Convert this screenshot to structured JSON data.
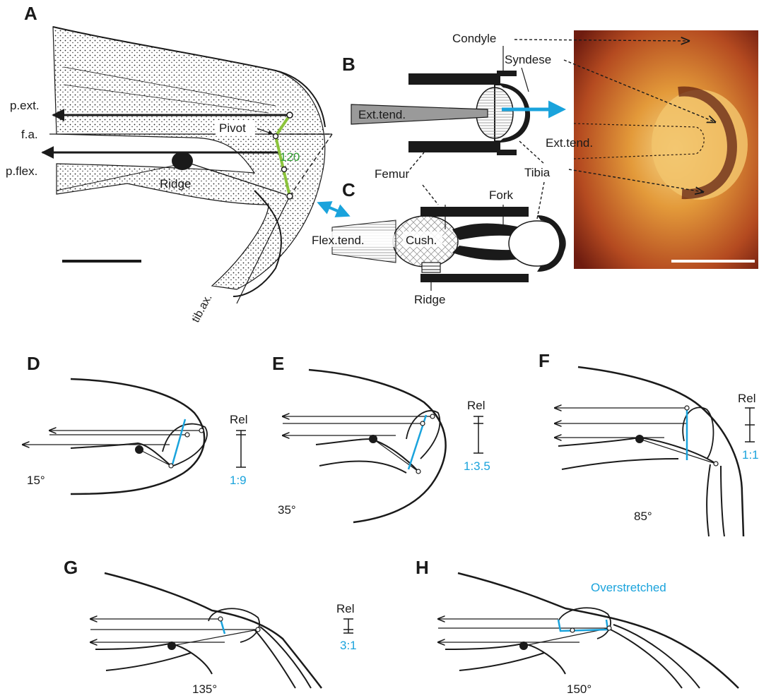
{
  "colors": {
    "accent_blue": "#1aa3dc",
    "pivot_green": "#8cc43c",
    "angle_green": "#3aa53a",
    "ink": "#1a1a1a"
  },
  "panels": {
    "A": {
      "letter": "A",
      "labels": {
        "p_ext": "p.ext.",
        "f_a": "f.a.",
        "p_flex": "p.flex.",
        "pivot": "Pivot",
        "angle": "120",
        "ridge": "Ridge",
        "tib_ax": "tib.ax."
      }
    },
    "B": {
      "letter": "B",
      "labels": {
        "condyle": "Condyle",
        "syndese": "Syndese",
        "ext_tend": "Ext.tend.",
        "photo_ext_tend": "Ext.tend.",
        "femur": "Femur",
        "tibia": "Tibia"
      }
    },
    "C": {
      "letter": "C",
      "labels": {
        "fork": "Fork",
        "flex_tend": "Flex.tend.",
        "cush": "Cush.",
        "ridge": "Ridge"
      }
    },
    "D": {
      "letter": "D",
      "angle": "15°",
      "rel": "Rel",
      "ratio": "1:9"
    },
    "E": {
      "letter": "E",
      "angle": "35°",
      "rel": "Rel",
      "ratio": "1:3.5"
    },
    "F": {
      "letter": "F",
      "angle": "85°",
      "rel": "Rel",
      "ratio": "1:1"
    },
    "G": {
      "letter": "G",
      "angle": "135°",
      "rel": "Rel",
      "ratio": "3:1"
    },
    "H": {
      "letter": "H",
      "angle": "150°",
      "note": "Overstretched"
    }
  }
}
